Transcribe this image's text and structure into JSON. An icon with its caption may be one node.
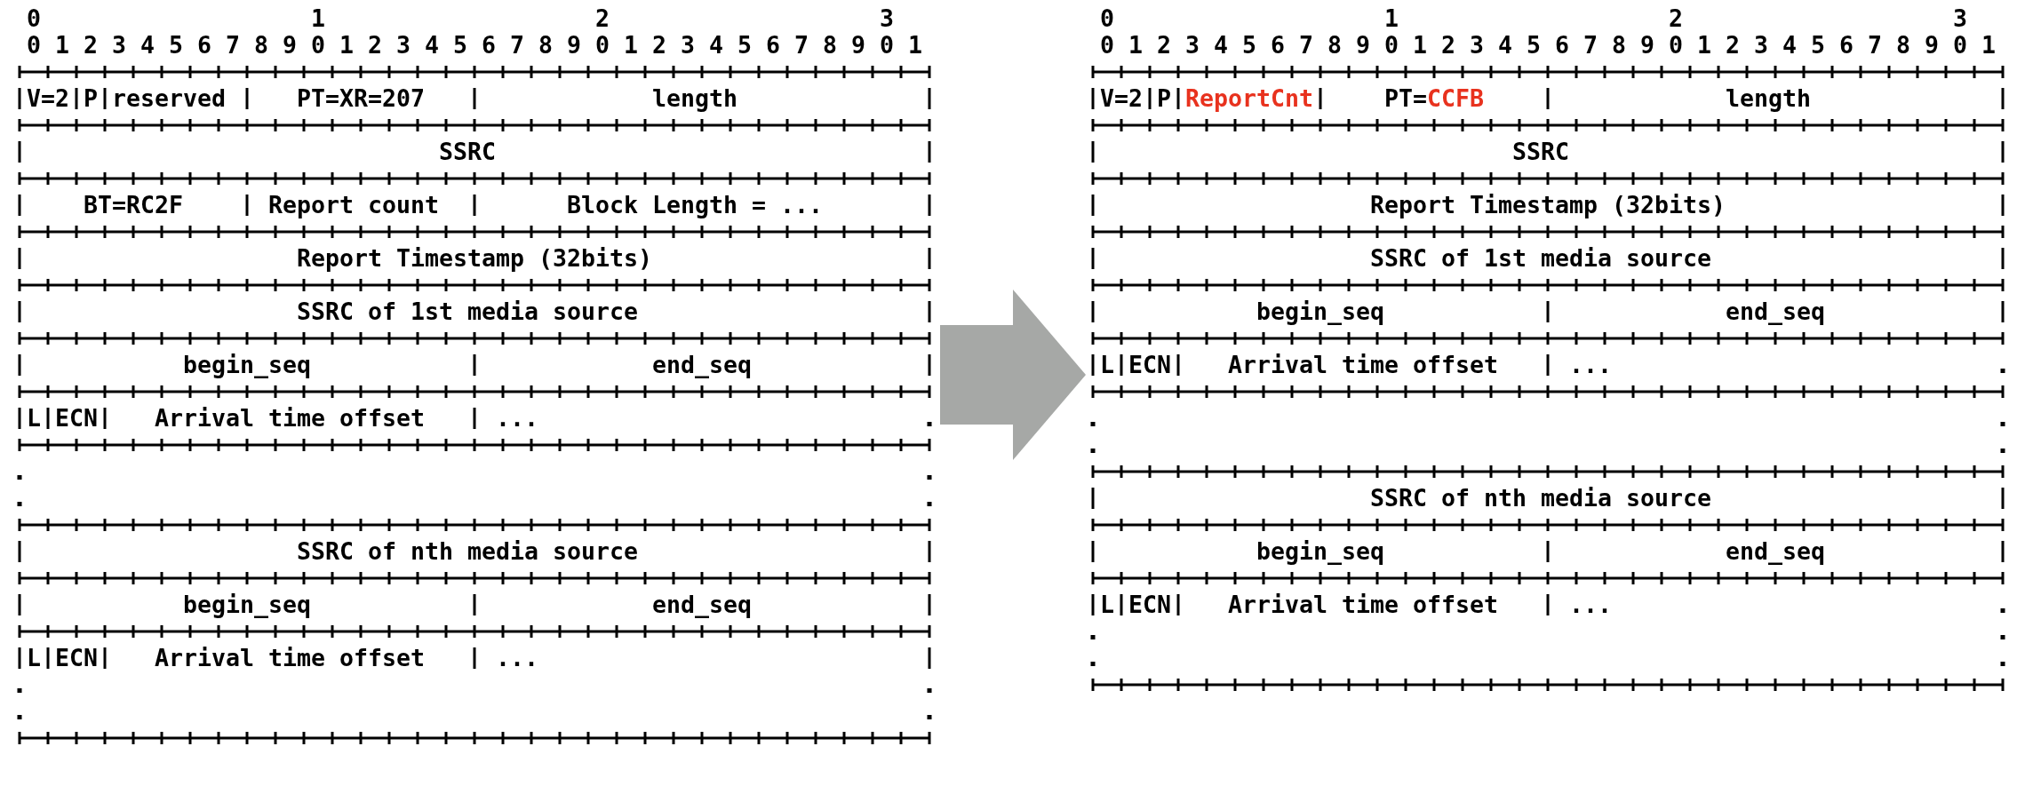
{
  "diagram": {
    "nodes": [
      {
        "text": [],
        "shape": "box"
      },
      {
        "text": [
          "V=2"
        ],
        "in": 0
      },
      {
        "text": [
          "P"
        ],
        "in": 0
      },
      {
        "text": [
          "reserved"
        ],
        "in": 0
      },
      {
        "text": [
          "PT=XR=207"
        ],
        "in": 0
      },
      {
        "text": [
          "length"
        ],
        "in": 0
      },
      {
        "text": [
          "SSRC"
        ],
        "in": 0
      },
      {
        "text": [
          "BT=RC2F"
        ],
        "in": 0
      },
      {
        "text": [
          "Report count"
        ],
        "in": 0
      },
      {
        "text": [
          "Block Length = ..."
        ],
        "in": 0
      },
      {
        "text": [
          "Report Timestamp (32bits)"
        ],
        "in": 0
      },
      {
        "text": [
          "SSRC of 1st media source"
        ],
        "in": 0
      },
      {
        "text": [
          "begin_seq"
        ],
        "in": 0
      },
      {
        "text": [
          "end_seq"
        ],
        "in": 0
      },
      {
        "text": [
          "L"
        ],
        "in": 0
      },
      {
        "text": [
          "ECN"
        ],
        "in": 0
      },
      {
        "text": [
          "Arrival time offset"
        ],
        "in": 0
      },
      {
        "text": [
          "..."
        ],
        "in": 0
      },
      {
        "text": [
          "SSRC of nth media source"
        ],
        "in": 0
      },
      {
        "text": [
          "begin_seq"
        ],
        "in": 0
      },
      {
        "text": [
          "end_seq"
        ],
        "in": 0
      },
      {
        "text": [
          "L"
        ],
        "in": 0
      },
      {
        "text": [
          "ECN"
        ],
        "in": 0
      },
      {
        "text": [
          "Arrival time offset"
        ],
        "in": 0
      },
      {
        "text": [
          "..."
        ],
        "in": 0
      },
      {
        "text": [],
        "shape": "box"
      },
      {
        "text": [
          "V=2"
        ],
        "in": 25
      },
      {
        "text": [
          "P"
        ],
        "in": 25
      },
      {
        "text": [
          "ReportCnt"
        ],
        "in": 25
      },
      {
        "text": [
          "PT=",
          "CCFB"
        ],
        "in": 25
      },
      {
        "text": [
          "length"
        ],
        "in": 25
      },
      {
        "text": [
          "SSRC"
        ],
        "in": 25
      },
      {
        "text": [
          "Report Timestamp (32bits)"
        ],
        "in": 25
      },
      {
        "text": [
          "SSRC of 1st media source"
        ],
        "in": 25
      },
      {
        "text": [
          "begin_seq"
        ],
        "in": 25
      },
      {
        "text": [
          "end_seq"
        ],
        "in": 25
      },
      {
        "text": [
          "L"
        ],
        "in": 25
      },
      {
        "text": [
          "ECN"
        ],
        "in": 25
      },
      {
        "text": [
          "Arrival time offset"
        ],
        "in": 25
      },
      {
        "text": [
          "..."
        ],
        "in": 25
      },
      {
        "text": [
          "SSRC of nth media source"
        ],
        "in": 25
      },
      {
        "text": [
          "begin_seq"
        ],
        "in": 25
      },
      {
        "text": [
          "end_seq"
        ],
        "in": 25
      },
      {
        "text": [
          "L"
        ],
        "in": 25
      },
      {
        "text": [
          "ECN"
        ],
        "in": 25
      },
      {
        "text": [
          "Arrival time offset"
        ],
        "in": 25
      },
      {
        "text": [
          "..."
        ],
        "in": 25
      }
    ],
    "edges": [
      {
        "from": 0,
        "to": 25,
        "arrow": "to"
      }
    ],
    "labels": [
      "0",
      "1",
      "2",
      "3",
      "0 1 2 3 4 5 6 7 8 9 0 1 2 3 4 5 6 7 8 9 0 1 2 3 4 5 6 7 8 9 0 1",
      "0",
      "1",
      "2",
      "3",
      "0 1 2 3 4 5 6 7 8 9 0 1 2 3 4 5 6 7 8 9 0 1 2 3 4 5 6 7 8 9 0 1"
    ]
  }
}
